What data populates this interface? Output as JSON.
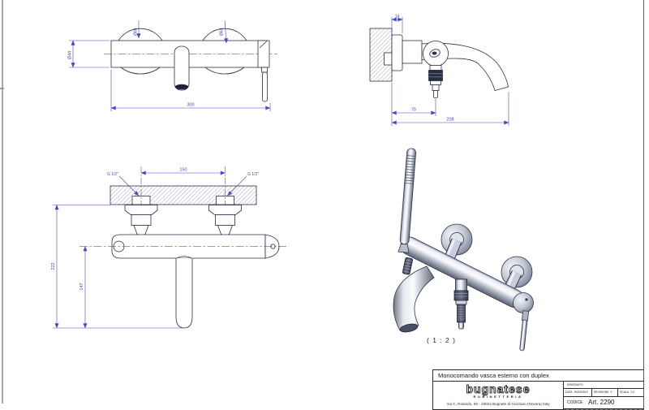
{
  "sheet": {
    "scale_note": "( 1 : 2 )"
  },
  "front_view": {
    "dim_length": "300",
    "dim_body_diameter": "Ø44",
    "dim_rosette_left": "Ø60",
    "dim_rosette_right": "Ø60"
  },
  "side_view": {
    "dim_wall_thickness": "14",
    "dim_diverter_offset": "75",
    "dim_spout_reach": "208"
  },
  "rear_view": {
    "dim_interaxis": "150",
    "dim_thread_left": "G 1/2\"",
    "dim_thread_right": "G 1/2\"",
    "dim_total_height": "222",
    "dim_spout_height": "147"
  },
  "title_block": {
    "title": "Monocomando vasca esterno con duplex",
    "logo_text": "bugnatese",
    "logo_subtext": "RUBINETTERIA",
    "address": "Via C. Rolando, 93 - 28024 Bugnate di Gozzano (Novara) Italy",
    "drawn_label": "DISEGNATO",
    "date_label": "DATA",
    "date_value": "29/03/2019",
    "revision_label": "REVISIONE",
    "revision_value": "0",
    "scale_label": "SCALA",
    "scale_value": "1:2",
    "code_label": "CODICE",
    "code_value": "Art. 2290"
  },
  "colors": {
    "dimension": "#4646c8",
    "outline": "#2a2f4a"
  }
}
